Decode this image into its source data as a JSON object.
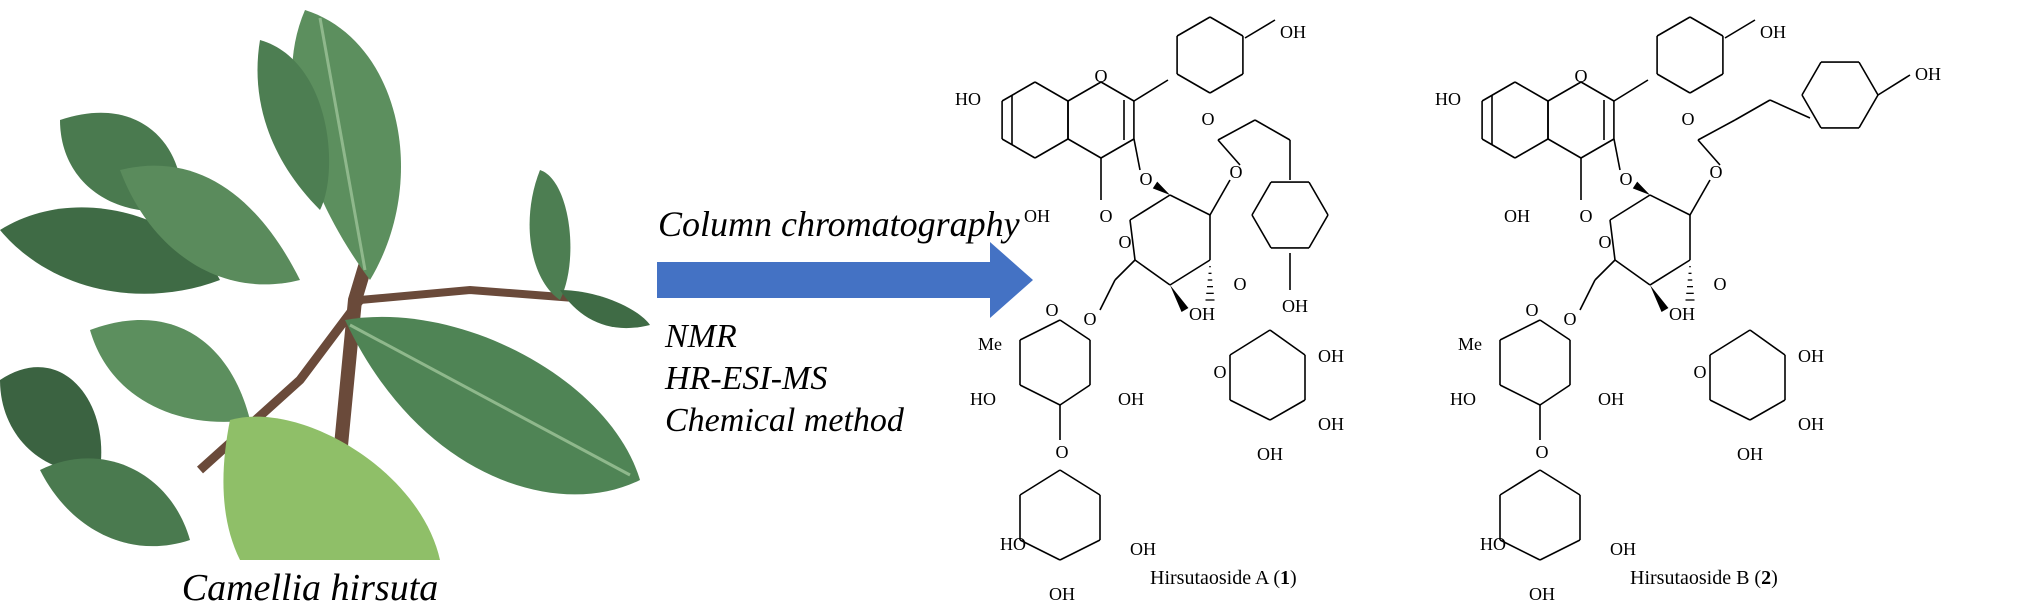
{
  "plant": {
    "caption": "Camellia hirsuta",
    "colors": {
      "leaf_dark": "#3f6b45",
      "leaf_mid": "#5c8f5e",
      "leaf_light": "#8fbf68",
      "stem": "#6a4a3a"
    }
  },
  "process": {
    "top_label": "Column chromatography",
    "arrow_color": "#4472c4",
    "methods": [
      "NMR",
      "HR-ESI-MS",
      "Chemical method"
    ]
  },
  "compounds": [
    {
      "name": "Hirsutaoside A (",
      "number": "1",
      "close": ")",
      "acyl": "cis"
    },
    {
      "name": "Hirsutaoside B (",
      "number": "2",
      "close": ")",
      "acyl": "trans"
    }
  ],
  "atom_labels": {
    "OH": "OH",
    "HO": "HO",
    "O": "O",
    "Me": "Me"
  }
}
